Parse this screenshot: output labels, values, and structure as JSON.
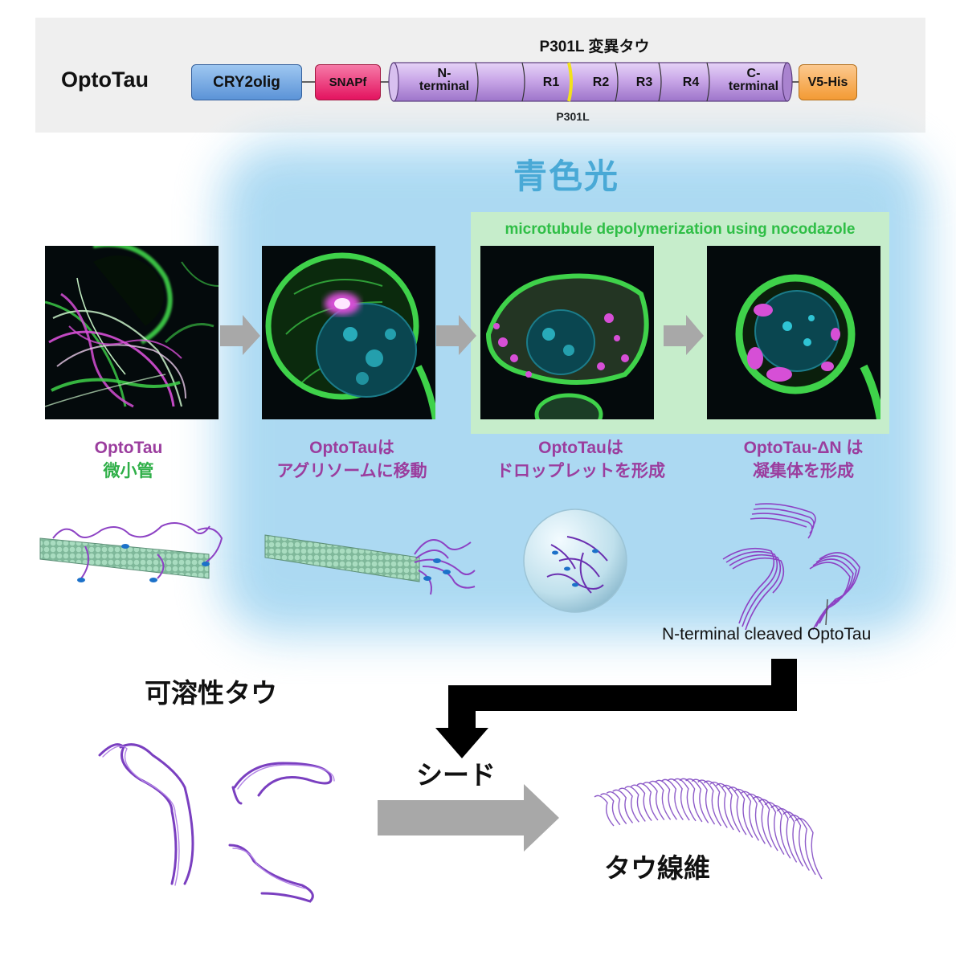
{
  "construct": {
    "name": "OptoTau",
    "mutant_title": "P301L 変異タウ",
    "mutation_site_label": "P301L",
    "domains": {
      "cry2": "CRY2olig",
      "snap": "SNAPf",
      "v5": "V5-His"
    },
    "tau_segments": {
      "n_terminal": "N-\nterminal",
      "r1": "R1",
      "r2": "R2",
      "r3": "R3",
      "r4": "R4",
      "c_terminal": "C-\nterminal"
    },
    "colors": {
      "cry2": "#5b93d7",
      "snap": "#e3125e",
      "tau": "#c9a7e8",
      "v5": "#f39a33",
      "mutation_mark": "#f2e21c"
    }
  },
  "illumination": {
    "label": "青色光",
    "color": "#a8d8f2"
  },
  "nocodazole": {
    "label": "microtubule depolymerization using nocodazole"
  },
  "panels": [
    {
      "caption_line1": "OptoTau",
      "caption_line2": "微小管"
    },
    {
      "caption_line1": "OptoTauは",
      "caption_line2": "アグリソームに移動"
    },
    {
      "caption_line1": "OptoTauは",
      "caption_line2": "ドロップレットを形成"
    },
    {
      "caption_line1": "OptoTau-ΔN は",
      "caption_line2": "凝集体を形成"
    }
  ],
  "schematics": {
    "cleaved_label": "N-terminal cleaved OptoTau"
  },
  "bottom": {
    "soluble_label": "可溶性タウ",
    "seed_label": "シード",
    "fibril_label": "タウ線維"
  },
  "stain_colors": {
    "tau": "#d64fd6",
    "microtubule": "#3fd24a",
    "nucleus": "#2fc4d4"
  }
}
